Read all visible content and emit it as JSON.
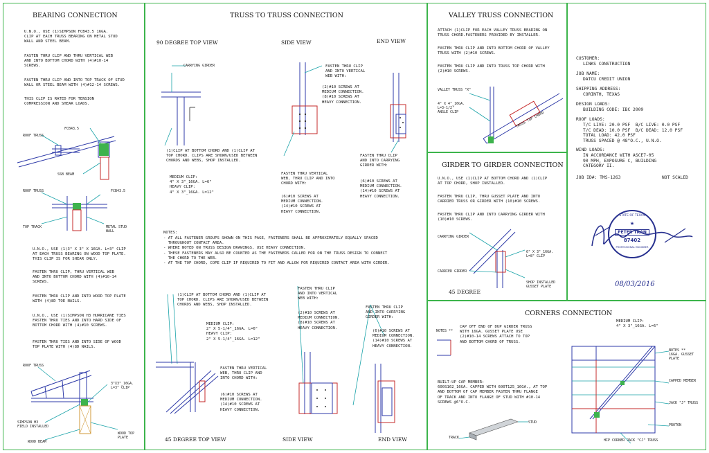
{
  "bearing": {
    "title": "BEARING CONNECTION",
    "text1": "U.N.O., USE (1)SIMPSON FCB43.5 16GA.\nCLIP AT EACH TRUSS BEARING ON METAL STUD\nWALL AND STEEL BEAM.",
    "text2": "FASTEN THRU CLIP AND THRU VERTICAL WEB\nAND INTO BOTTOM CHORD WITH (4)#10-14\nSCREWS.",
    "text3": "FASTEN THRU CLIP AND INTO TOP TRACK OF STUD\nWALL OR STEEL BEAM WITH (4)#12-14 SCREWS.",
    "text4": "THIS CLIP IS RATED FOR TENSION\nCOMPRESSION AND SHEAR LOADS.",
    "labels": {
      "roof_truss_1": "ROOF TRUSS",
      "fcb": "FCB43.5",
      "ssb_beam": "SSB BEAM",
      "roof_truss_2": "ROOF TRUSS",
      "fcb2": "FCB43.5",
      "top_track": "TOP TRACK",
      "metal_stud": "METAL STUD\nWALL",
      "roof_truss_3": "ROOF TRUSS",
      "clip3": "3\"X3\"_16GA.\nL=3\" CLIP",
      "simpson": "SIMPSON H3\nFIELD INSTALLED",
      "wood_top": "WOOD TOP\nPLATE",
      "wood_beam": "WOOD BEAM"
    },
    "text5": "U.N.O., USE (1)3\" X 3\" X 16GA. L=3\" CLIP\nAT EACH TRUSS BEARING ON WOOD TOP PLATE.\nTHIS CLIP IS FOR SHEAR ONLY.",
    "text6": "FASTEN THRU CLIP, THRU VERTICAL WEB\nAND INTO BOTTOM CHORD WITH (4)#10-14\nSCREWS.",
    "text7": "FASTEN THRU CLIP AND INTO WOOD TOP PLATE\nWITH (4)8D TOE NAILS.",
    "text8": "U.N.O., USE (1)SIMPSON H3 HURRICANE TIES\nFASTEN THRU TIES AND INTO HARD SIDE OF\nBOTTOM CHORD WITH (4)#10 SCREWS.",
    "text9": "FASTEN THRU TIES AND INTO SIDE OF WOOD\nTOP PLATE WITH (4)8D NAILS."
  },
  "truss": {
    "title": "TRUSS TO TRUSS CONNECTION",
    "top_view_90": "90 DEGREE TOP VIEW",
    "side_view": "SIDE VIEW",
    "end_view": "END VIEW",
    "carrying_girder": "CARRYING GIRDER",
    "clip_note": "(1)CLIP AT BOTTOM CHORD AND (1)CLIP AT\nTOP CHORD. CLIPS ARE SHOWN/USED BETWEEN\nCHORDS AND WEBS, SHOP INSTALLED.",
    "medium_clip": "MEDIUM CLIP:\n4\" X 3\"_16GA. L=6\"\nHEAVY CLIP:\n4\" X 3\"_16GA. L=12\"",
    "fasten_side": "FASTEN THRU CLIP\nAND INTO VERTICAL\nWEB WITH:",
    "screws_side": "(2)#10 SCREWS AT\nMEDIUM CONNECTION.\n(8)#10 SCREWS AT\nHEAVY CONNECTION.",
    "fasten_vert": "FASTEN THRU VERTICAL\nWEB, THRU CLIP AND INTO\nCHORD WITH:",
    "screws_vert": "(6)#10 SCREWS AT\nMEDIUM CONNECTION.\n(14)#10 SCREWS AT\nHEAVY CONNECTION.",
    "fasten_girder": "FASTEN THRU CLIP\nAND INTO CARRYING\nGIRDER WITH:",
    "screws_girder": "(6)#10 SCREWS AT\nMEDIUM CONNECTION.\n(14)#10 SCREWS AT\nHEAVY CONNECTION.",
    "notes_title": "NOTES:",
    "notes": "- AT ALL FASTENER GROUPS SHOWN ON THIS PAGE, FASTENERS SHALL BE APPROXIMATELY EQUALLY SPACED\n  THROUGHOUT CONTACT AREA.\n- WHERE NOTED ON TRUSS DESIGN DRAWINGS, USE HEAVY CONNECTION.\n- THESE FASTENERS MAY ALSO BE COUNTED AS THE FASTENERS CALLED FOR ON THE TRUSS DESIGN TO CONNECT\n  THE CHORD TO THE WEB.\n- AT THE TOP CHORD, COPE CLIP IF REQUIRED TO FIT AND ALLOW FOR REQUIRED CONTACT AREA WITH GIRDER.",
    "clip_note_2": "(1)CLIP AT BOTTOM CHORD AND (1)CLIP AT\nTOP CHORD. CLIPS ARE SHOWN/USED BETWEEN\nCHORDS AND WEBS, SHOP INSTALLED.",
    "medium_clip_2": "MEDIUM CLIP:\n2\" X 5-1/4\"_16GA. L=6\"\nHEAVY CLIP:\n2\" X 5-1/4\"_16GA. L=12\"",
    "fasten_side_2": "FASTEN THRU CLIP\nAND INTO VERTICAL\nWEB WITH:",
    "screws_side_2": "(2)#10 SCREWS AT\nMEDIUM CONNECTION.\n(8)#10 SCREWS AT\nHEAVY CONNECTION.",
    "fasten_girder_2": "FASTEN THRU CLIP\nAND INTO CARRYING\nGIRDER WITH:",
    "screws_girder_2": "(6)#10 SCREWS AT\nMEDIUM CONNECTION.\n(14)#10 SCREWS AT\nHEAVY CONNECTION.",
    "fasten_vert_2": "FASTEN THRU VERTICAL\nWEB, THRU CLIP AND\nINTO CHORD WITH:",
    "screws_vert_2": "(6)#10 SCREWS AT\nMEDIUM CONNECTION.\n(14)#10 SCREWS AT\nHEAVY CONNECTION.",
    "top_view_45": "45 DEGREE TOP VIEW",
    "side_view_2": "SIDE VIEW",
    "end_view_2": "END VIEW"
  },
  "valley": {
    "title": "VALLEY TRUSS CONNECTION",
    "text1": "ATTACH (1)CLIP FOR EACH VALLEY TRUSS BEARING ON\nTRUSS CHORD.FASTENERS PROVIDED BY INSTALLER.",
    "text2": "FASTEN THRU CLIP AND INTO BOTTOM CHORD OF VALLEY\nTRUSS WITH (2)#10 SCREWS.",
    "text3": "FASTEN THRU CLIP AND INTO TRUSS TOP CHORD WITH\n(2)#10 SCREWS.",
    "valley_truss": "VALLEY TRUSS \"X\"",
    "angle_clip": "4\" X 4\"_16GA.\nL=3-1/2\"\nANGLE CLIP",
    "top_chord": "TRUSS TOP CHORD"
  },
  "girder": {
    "title": "GIRDER TO GIRDER CONNECTION",
    "text1": "U.N.O., USE (1)CLIP AT BOTTOM CHORD AND (1)CLIP\nAT TOP CHORD, SHOP INSTALLED.",
    "text2": "FASTEN THRU CLIP, THRU GUSSET PLATE AND INTO\nCARRIED TRUSS OR GIRDER WITH (10)#10 SCREWS.",
    "text3": "FASTEN THRU CLIP AND INTO CARRYING GIRDER WITH\n(10)#10 SCREWS.",
    "carrying": "CARRYING GIRDER",
    "carried": "CARRIED GIRDER",
    "clip": "6\" X 3\"_16GA.\nL=8\" CLIP",
    "gusset": "SHOP INSTALLED\nGUSSET PLATE",
    "degree": "45 DEGREE"
  },
  "project": {
    "customer_label": "CUSTOMER:",
    "customer": "LINKS CONSTRUCTION",
    "job_label": "JOB NAME:",
    "job": "DATCU CREDIT UNION",
    "ship_label": "SHIPPING ADDRESS:",
    "ship": "CORINTH, TEXAS",
    "design_label": "DESIGN LOADS:",
    "code": "BUILDING CODE: IBC 2009",
    "roof_label": "ROOF LOADS:",
    "roof_loads": "T/C LIVE: 20.0 PSF  B/C LIVE: 0.0 PSF\nT/C DEAD: 10.0 PSF  B/C DEAD: 12.0 PSF\nTOTAL LOAD: 42.0 PSF\nTRUSS SPACED @ 48\"O.C., U.N.O.",
    "wind_label": "WIND LOADS:",
    "wind": "IN ACCORDANCE WITH ASCE7-05\n90 MPH, EXPOSURE C, BUILDING\nCATEGORY II.",
    "job_id": "JOB ID#: TMS-1263",
    "scale": "NOT SCALED",
    "seal_state": "STATE OF TEXAS",
    "seal_name": "PETER TRAN",
    "seal_number": "87402",
    "seal_pe": "PROFESSIONAL ENGINEER",
    "seal_date": "08/03/2016"
  },
  "corners": {
    "title": "CORNERS CONNECTION",
    "notes_label": "NOTES **",
    "cap_text": "CAP OFF END OF DUP GIRDER TRUSS\nWITH 16GA. GUSSET PLATE USE\n(2)#10-14 SCREWS ATTACH TO TOP\nAND BOTTOM CHORD OF TRUSS.",
    "medium_clip": "MEDIUM CLIP:\n4\" X 3\"_16GA. L=6\"",
    "notes2": "NOTES **\n16GA. GUSSET\nPLATE",
    "built_up": "BUILT-UP CAP MEMBER:\n600S162_16GA. CAPPED WITH 600T125_16GA., AT TOP\nAND BOTTOM OF CAP MEMBER FASTEN THRU FLANGE\nOF TRACK AND INTO FLANGE OF STUD WITH #10-14\nSCREWS @6\"O.C.",
    "stud": "STUD",
    "track": "TRACK",
    "capped": "CAPPED MEMBER",
    "jack_j": "JACK \"J\" TRUSS",
    "hip": "HIP CORNER JACK \"CJ\" TRUSS",
    "proton": "PROTON"
  }
}
